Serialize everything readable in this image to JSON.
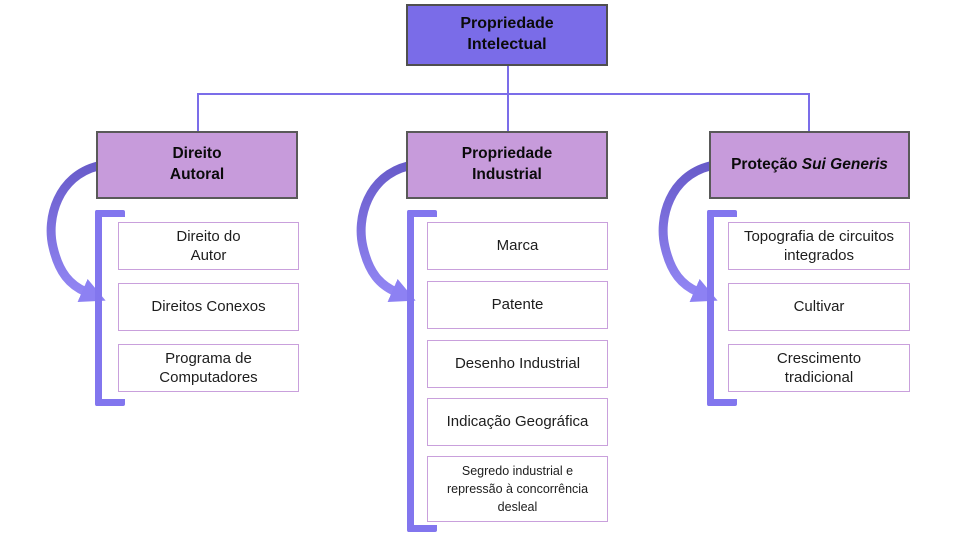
{
  "root": {
    "label": "Propriedade\nIntelectual"
  },
  "branches": [
    {
      "label": "Direito\nAutoral",
      "items": [
        "Direito do\nAutor",
        "Direitos Conexos",
        "Programa de\nComputadores"
      ]
    },
    {
      "label": "Propriedade\nIndustrial",
      "items": [
        "Marca",
        "Patente",
        "Desenho Industrial",
        "Indicação Geográfica",
        "Segredo industrial e\nrepressão à concorrência\ndesleal"
      ]
    },
    {
      "label_prefix": "Proteção",
      "label_italic": "Sui Generis",
      "items": [
        "Topografia de circuitos\nintegrados",
        "Cultivar",
        "Crescimento\ntradicional"
      ]
    }
  ],
  "colors": {
    "root_fill": "#7a6ce8",
    "root_border": "#4f4f4f",
    "header_fill": "#c79bdb",
    "header_border": "#595959",
    "item_border": "#c9a0dc",
    "bracket": "#8276ee",
    "connector_line": "#7b6de9",
    "arrow_gradient_top": "#675ac8",
    "arrow_gradient_bottom": "#9488f6",
    "text": "#0b0b0b"
  }
}
